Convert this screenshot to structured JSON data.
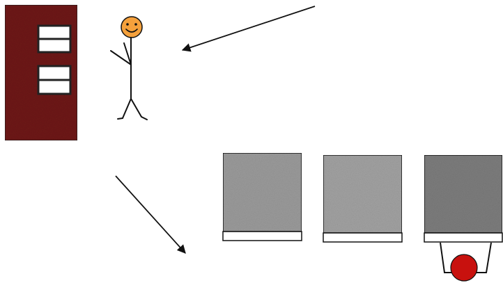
{
  "diagram": {
    "background": "#ffffff",
    "building": {
      "icon": "brick-building-icon",
      "fill": "#6e1a14",
      "window_fill": "#ffffff",
      "window_stroke": "#222222",
      "windows": 2
    },
    "person": {
      "icon": "stick-figure-icon",
      "face_fill": "#f5a13c",
      "stroke": "#111111"
    },
    "arrows": [
      {
        "name": "arrow-to-person",
        "color": "#111111"
      },
      {
        "name": "arrow-to-panels",
        "color": "#111111"
      }
    ],
    "panels": [
      {
        "name": "panel-1",
        "fill": "#9b9b9b",
        "tray_fill": "#ffffff",
        "cart": false
      },
      {
        "name": "panel-2",
        "fill": "#a2a2a2",
        "tray_fill": "#ffffff",
        "cart": false
      },
      {
        "name": "panel-3",
        "fill": "#7d7d7d",
        "tray_fill": "#ffffff",
        "cart": true,
        "ball_fill": "#c8110e"
      }
    ]
  }
}
